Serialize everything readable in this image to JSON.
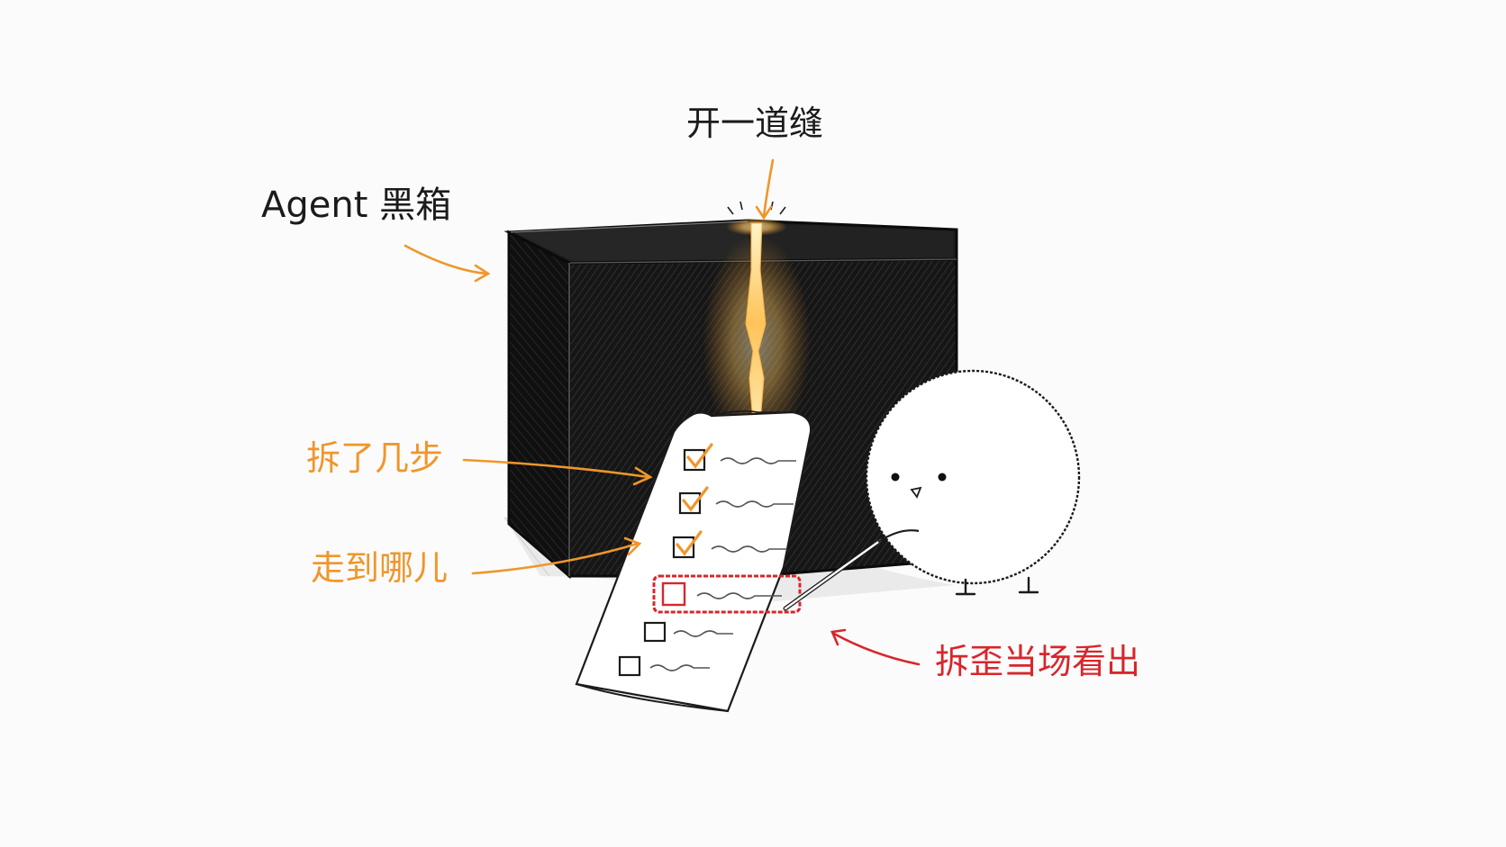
{
  "labels": {
    "crack": "开一道缝",
    "blackbox": "Agent 黑箱",
    "steps": "拆了几步",
    "progress": "走到哪儿",
    "spot_error": "拆歪当场看出"
  },
  "checklist": {
    "items": [
      {
        "state": "checked"
      },
      {
        "state": "checked"
      },
      {
        "state": "checked"
      },
      {
        "state": "error"
      },
      {
        "state": "empty"
      },
      {
        "state": "empty"
      }
    ]
  },
  "colors": {
    "ink": "#1b1b1b",
    "accent_orange": "#f0962a",
    "accent_red": "#d8262b",
    "box_dark": "#141414",
    "glow": "#ffd07a",
    "background": "#fbfbfb"
  }
}
